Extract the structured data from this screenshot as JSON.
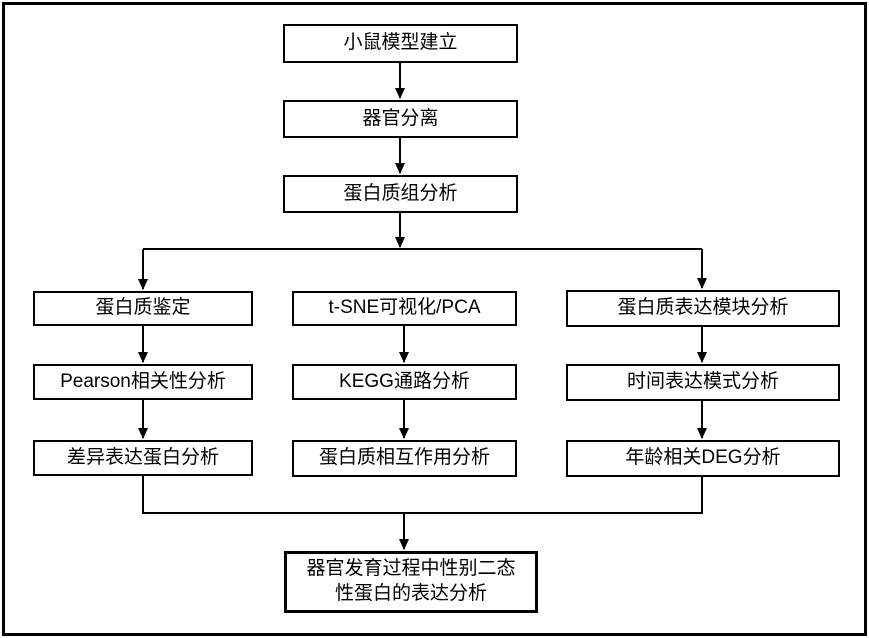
{
  "diagram": {
    "background": "#ffffff",
    "line_color": "#000000",
    "box_fill": "#ffffff",
    "text_color": "#000000",
    "main_flow": [
      "小鼠模型建立",
      "器官分离",
      "蛋白质组分析"
    ],
    "branches": {
      "left": [
        "蛋白质鉴定",
        "Pearson相关性分析",
        "差异表达蛋白分析"
      ],
      "middle": [
        "t-SNE可视化/PCA",
        "KEGG通路分析",
        "蛋白质相互作用分析"
      ],
      "right": [
        "蛋白质表达模块分析",
        "时间表达模式分析",
        "年龄相关DEG分析"
      ]
    },
    "final_node": "器官发育过程中性别二态性蛋白的表达分析",
    "edges": [
      {
        "from": "小鼠模型建立",
        "to": "器官分离"
      },
      {
        "from": "器官分离",
        "to": "蛋白质组分析"
      },
      {
        "from": "蛋白质组分析",
        "to": "蛋白质鉴定"
      },
      {
        "from": "蛋白质组分析",
        "to": "t-SNE可视化/PCA"
      },
      {
        "from": "蛋白质组分析",
        "to": "蛋白质表达模块分析"
      },
      {
        "from": "蛋白质鉴定",
        "to": "Pearson相关性分析"
      },
      {
        "from": "Pearson相关性分析",
        "to": "差异表达蛋白分析"
      },
      {
        "from": "t-SNE可视化/PCA",
        "to": "KEGG通路分析"
      },
      {
        "from": "KEGG通路分析",
        "to": "蛋白质相互作用分析"
      },
      {
        "from": "蛋白质表达模块分析",
        "to": "时间表达模式分析"
      },
      {
        "from": "时间表达模式分析",
        "to": "年龄相关DEG分析"
      },
      {
        "from": "差异表达蛋白分析",
        "to": "器官发育过程中性别二态性蛋白的表达分析"
      },
      {
        "from": "蛋白质相互作用分析",
        "to": "器官发育过程中性别二态性蛋白的表达分析"
      },
      {
        "from": "年龄相关DEG分析",
        "to": "器官发育过程中性别二态性蛋白的表达分析"
      }
    ]
  }
}
